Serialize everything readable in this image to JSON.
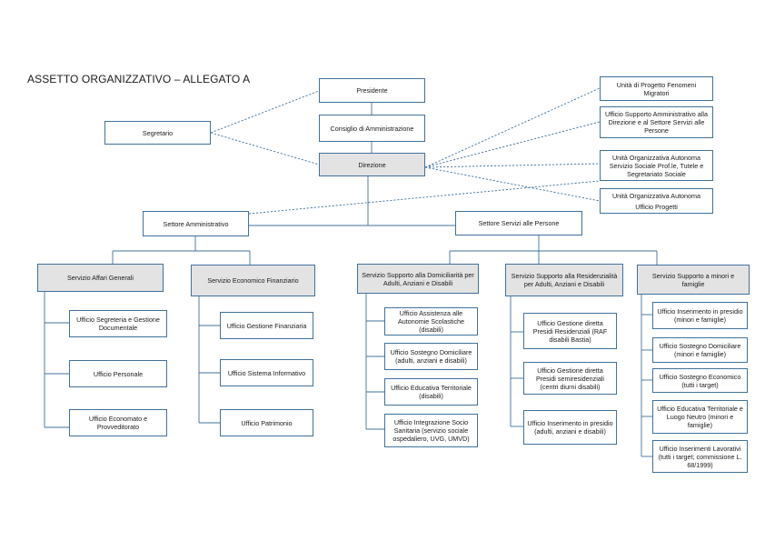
{
  "title": "ASSETTO ORGANIZZATIVO – ALLEGATO A",
  "colors": {
    "border": "#41719c",
    "shaded_box": "#e3e3e3"
  },
  "top": {
    "presidente": "Presidente",
    "consiglio": "Consiglio di Amministrazione",
    "direzione": "Direzione",
    "segretario": "Segretario"
  },
  "staff": {
    "fenomeni_migratori": "Unità di Progetto Fenomeni Migratori",
    "supporto_amministrativo": "Ufficio Supporto Amministrativo alla Direzione e al Settore Servizi alle Persone",
    "tutele": "Unità Organizzativa Autonoma Servizio Sociale Prof.le, Tutele e Segretariato Sociale",
    "progetti_title": "Unità Organizzativa Autonoma",
    "progetti_sub": "Ufficio Progetti"
  },
  "settori": {
    "amministrativo": "Settore Amministrativo",
    "servizi_persone": "Settore Servizi alle Persone"
  },
  "servizi": {
    "affari_generali": {
      "label": "Servizio Affari Generali",
      "uffici": [
        "Ufficio Segreteria e Gestione Documentale",
        "Ufficio Personale",
        "Ufficio Economato e Provveditorato"
      ]
    },
    "economico_finanziario": {
      "label": "Servizio Economico Finanziario",
      "uffici": [
        "Ufficio Gestione Finanziaria",
        "Ufficio Sistema Informativo",
        "Ufficio Patrimonio"
      ]
    },
    "domiciliarita": {
      "label": "Servizio Supporto alla Domiciliarità per Adulti, Anziani e Disabili",
      "uffici": [
        "Ufficio Assistenza alle Autonomie Scolastiche (disabili)",
        "Ufficio Sostegno Domiciliare (adulti, anziani e disabili)",
        "Ufficio Educativa Territoriale (disabili)",
        "Ufficio Integrazione Socio Sanitaria (servizio sociale ospedaliero, UVG, UMVD)"
      ]
    },
    "residenzialita": {
      "label": "Servizio Supporto alla Residenzialità per Adulti, Anziani e Disabili",
      "uffici": [
        "Ufficio Gestione diretta Presidi Residenziali (RAF disabili Bastia)",
        "Ufficio Gestione diretta Presidi semiresidenziali (centri diurni disabili)",
        "Ufficio Inserimento in presidio (adulti, anziani e disabili)"
      ]
    },
    "minori": {
      "label": "Servizio Supporto a minori e famiglie",
      "uffici": [
        "Ufficio Inserimento in presidio (minori e famiglie)",
        "Ufficio Sostegno Domiciliare (minori e famiglie)",
        "Ufficio Sostegno Economico (tutti i target)",
        "Ufficio Educativa Territoriale e Luogo Neutro (minori e famiglie)",
        "Ufficio Inserimenti Lavorativi (tutti i target; commissione L. 68/1999)"
      ]
    }
  }
}
